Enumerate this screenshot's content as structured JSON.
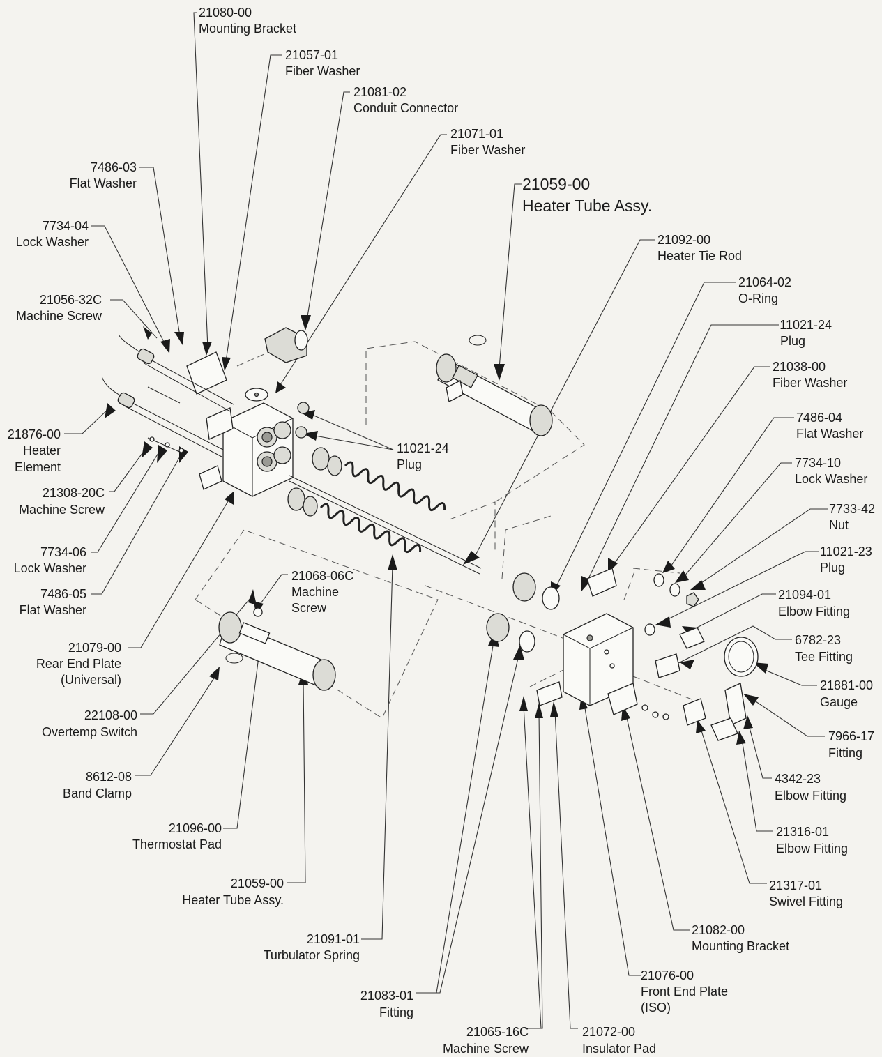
{
  "labels": {
    "p21080_00": {
      "num": "21080-00",
      "name": "Mounting Bracket"
    },
    "p21057_01": {
      "num": "21057-01",
      "name": "Fiber Washer"
    },
    "p21081_02": {
      "num": "21081-02",
      "name": "Conduit Connector"
    },
    "p21071_01": {
      "num": "21071-01",
      "name": "Fiber Washer"
    },
    "p21059_00_top": {
      "num": "21059-00",
      "name": "Heater Tube Assy."
    },
    "p7486_03": {
      "num": "7486-03",
      "name": "Flat Washer"
    },
    "p7734_04": {
      "num": "7734-04",
      "name": "Lock Washer"
    },
    "p21056_32c": {
      "num": "21056-32C",
      "name": "Machine Screw"
    },
    "p21876_00": {
      "num": "21876-00",
      "name1": "Heater",
      "name2": "Element"
    },
    "p11021_24_mid": {
      "num": "11021-24",
      "name": "Plug"
    },
    "p21308_20c": {
      "num": "21308-20C",
      "name": "Machine Screw"
    },
    "p7734_06": {
      "num": "7734-06",
      "name": "Lock Washer"
    },
    "p7486_05": {
      "num": "7486-05",
      "name": "Flat Washer"
    },
    "p21068_06c": {
      "num": "21068-06C",
      "name1": "Machine",
      "name2": "Screw"
    },
    "p21079_00": {
      "num": "21079-00",
      "name1": "Rear End Plate",
      "name2": "(Universal)"
    },
    "p22108_00": {
      "num": "22108-00",
      "name": "Overtemp Switch"
    },
    "p8612_08": {
      "num": "8612-08",
      "name": "Band Clamp"
    },
    "p21096_00": {
      "num": "21096-00",
      "name": "Thermostat Pad"
    },
    "p21059_00_bot": {
      "num": "21059-00",
      "name": "Heater Tube Assy."
    },
    "p21091_01": {
      "num": "21091-01",
      "name": "Turbulator Spring"
    },
    "p21083_01": {
      "num": "21083-01",
      "name": "Fitting"
    },
    "p21065_16c": {
      "num": "21065-16C",
      "name": "Machine Screw"
    },
    "p21072_00": {
      "num": "21072-00",
      "name": "Insulator Pad"
    },
    "p21076_00": {
      "num": "21076-00",
      "name1": "Front End Plate",
      "name2": "(ISO)"
    },
    "p21082_00": {
      "num": "21082-00",
      "name": "Mounting Bracket"
    },
    "p21092_00": {
      "num": "21092-00",
      "name": "Heater Tie Rod"
    },
    "p21064_02": {
      "num": "21064-02",
      "name": "O-Ring"
    },
    "p11021_24_right": {
      "num": "11021-24",
      "name": "Plug"
    },
    "p21038_00": {
      "num": "21038-00",
      "name": "Fiber Washer"
    },
    "p7486_04": {
      "num": "7486-04",
      "name": "Flat Washer"
    },
    "p7734_10": {
      "num": "7734-10",
      "name": "Lock Washer"
    },
    "p7733_42": {
      "num": "7733-42",
      "name": "Nut"
    },
    "p11021_23": {
      "num": "11021-23",
      "name": "Plug"
    },
    "p21094_01": {
      "num": "21094-01",
      "name": "Elbow Fitting"
    },
    "p6782_23": {
      "num": "6782-23",
      "name": "Tee Fitting"
    },
    "p21881_00": {
      "num": "21881-00",
      "name": "Gauge"
    },
    "p7966_17": {
      "num": "7966-17",
      "name": "Fitting"
    },
    "p4342_23": {
      "num": "4342-23",
      "name": "Elbow Fitting"
    },
    "p21316_01": {
      "num": "21316-01",
      "name": "Elbow Fitting"
    },
    "p21317_01": {
      "num": "21317-01",
      "name": "Swivel Fitting"
    }
  }
}
